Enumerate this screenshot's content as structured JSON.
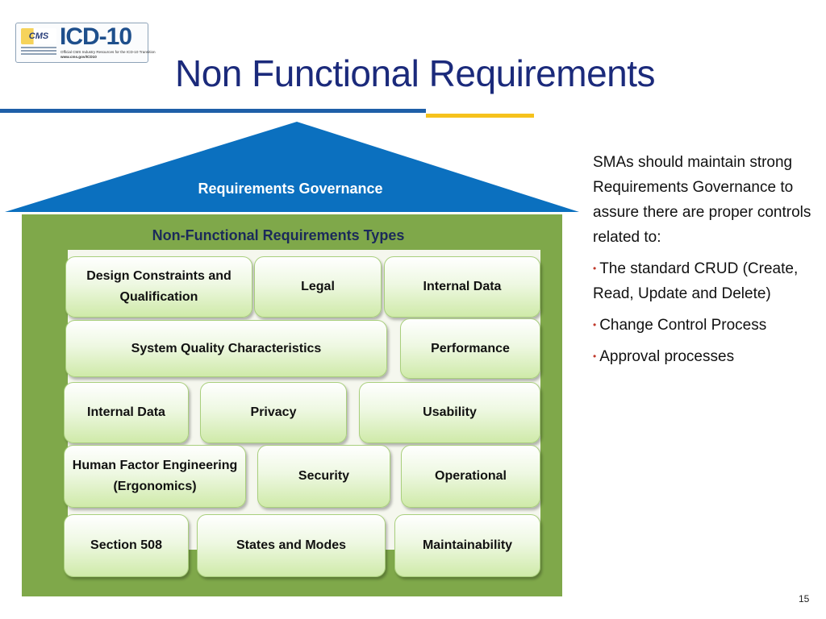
{
  "logo": {
    "brand": "CMS",
    "main": "ICD-10",
    "sub_line1": "Official CMS Industry Resources for the ICD-10 Transition",
    "sub_line2": "www.cms.gov/ICD10"
  },
  "slide": {
    "title": "Non Functional Requirements",
    "page_number": "15"
  },
  "diagram": {
    "roof_label": "Requirements Governance",
    "house_title": "Non-Functional Requirements Types",
    "blocks": [
      "Design Constraints and Qualification",
      "Legal",
      "Internal Data",
      "System Quality Characteristics",
      "Performance",
      "Internal Data",
      "Privacy",
      "Usability",
      "Human Factor Engineering (Ergonomics)",
      "Security",
      "Operational",
      "Section 508",
      "States and Modes",
      "Maintainability"
    ]
  },
  "side_text": {
    "intro": "SMAs should maintain strong Requirements Governance to assure there are proper controls related to:",
    "bullets": [
      "The standard  CRUD (Create, Read, Update and Delete)",
      "Change Control Process",
      "Approval processes"
    ]
  },
  "colors": {
    "title": "#1b2a7b",
    "roof": "#0b70bf",
    "house": "#7fa84a",
    "block_fill": "#e6f4d3",
    "rule_blue": "#1f5fa8",
    "rule_yellow": "#f6c21c",
    "bullet": "#c0392b"
  }
}
